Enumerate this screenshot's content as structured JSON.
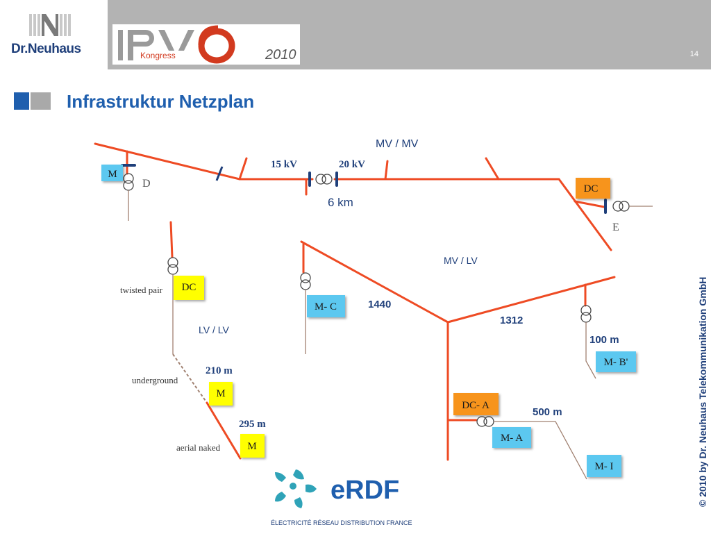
{
  "header": {
    "company": "Dr.Neuhaus",
    "event_logo_text": "IPv6",
    "event_logo_sub": "Kongress",
    "event_logo_year": "2010",
    "page_number": "14"
  },
  "title": "Infrastruktur Netzplan",
  "copyright": "© 2010  by Dr. Neuhaus Telekommunikation GmbH",
  "diagram": {
    "top_section": {
      "title": "MV / MV",
      "voltage_left": "15 kV",
      "voltage_right": "20 kV",
      "distance": "6 km",
      "node_m": "M",
      "node_d": "D",
      "node_dc": "DC",
      "node_e": "E"
    },
    "lv_section": {
      "title": "LV / LV",
      "twisted_pair": "twisted pair",
      "underground": "underground",
      "aerial_naked": "aerial naked",
      "node_dc": "DC",
      "dist_1": "210 m",
      "node_m1": "M",
      "dist_2": "295 m",
      "node_m2": "M"
    },
    "mvlv_section": {
      "title": "MV / LV",
      "node_mc": "M- C",
      "dist_1440": "1440",
      "dist_1312": "1312",
      "dist_100": "100 m",
      "node_mb": "M- B'",
      "node_dca": "DC- A",
      "dist_500": "500 m",
      "node_ma": "M- A",
      "node_mi": "M- I"
    },
    "colors": {
      "line": "#ee4b24",
      "cyan_box": "#5cc8f0",
      "yellow_box": "#ffff00",
      "orange_box": "#f7941d",
      "dark_blue": "#1f3f7a"
    }
  },
  "footer_logo": {
    "brand": "eRDF",
    "tagline": "ÉLECTRICITÉ RÉSEAU DISTRIBUTION FRANCE"
  }
}
